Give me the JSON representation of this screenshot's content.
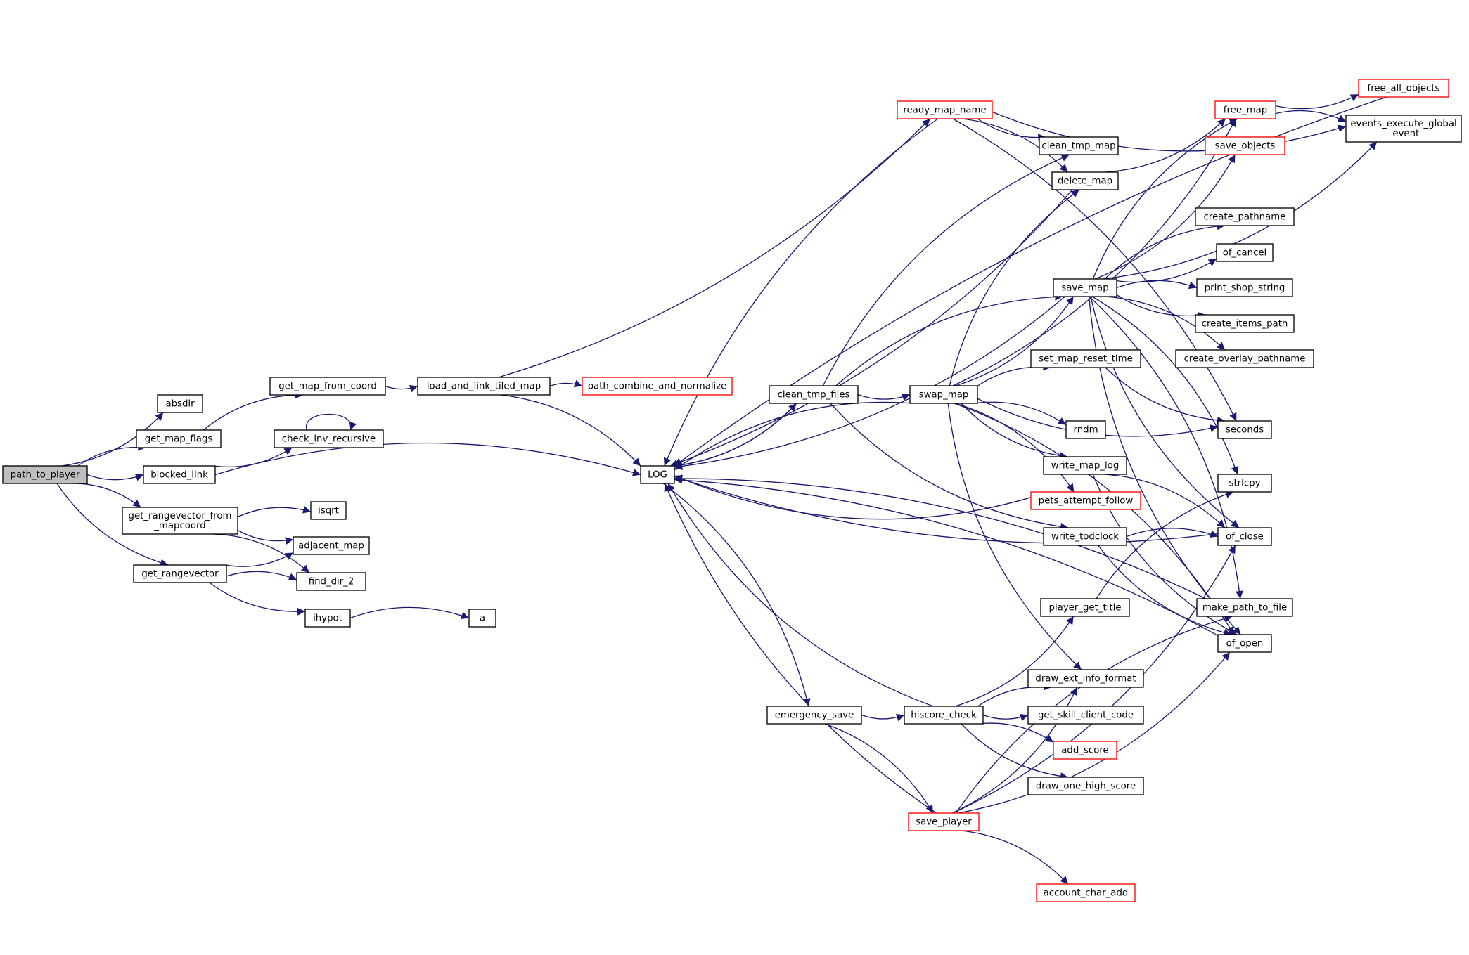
{
  "colors": {
    "edge": "#191970",
    "node_border": "#000000",
    "truncated_border": "#ff0000",
    "root_fill": "#bfbfbf",
    "node_fill": "#ffffff",
    "background": "#ffffff"
  },
  "nodes": [
    {
      "id": "path_to_player",
      "label": "path_to_player",
      "root": true
    },
    {
      "id": "absdir",
      "label": "absdir"
    },
    {
      "id": "get_map_flags",
      "label": "get_map_flags"
    },
    {
      "id": "blocked_link",
      "label": "blocked_link"
    },
    {
      "id": "get_rangevector_from_mapcoord",
      "label": "get_rangevector_from\n_mapcoord"
    },
    {
      "id": "get_rangevector",
      "label": "get_rangevector"
    },
    {
      "id": "get_map_from_coord",
      "label": "get_map_from_coord"
    },
    {
      "id": "check_inv_recursive",
      "label": "check_inv_recursive"
    },
    {
      "id": "isqrt",
      "label": "isqrt"
    },
    {
      "id": "adjacent_map",
      "label": "adjacent_map"
    },
    {
      "id": "find_dir_2",
      "label": "find_dir_2"
    },
    {
      "id": "ihypot",
      "label": "ihypot"
    },
    {
      "id": "a",
      "label": "a"
    },
    {
      "id": "load_and_link_tiled_map",
      "label": "load_and_link_tiled_map"
    },
    {
      "id": "path_combine_and_normalize",
      "label": "path_combine_and_normalize",
      "truncated": true
    },
    {
      "id": "LOG",
      "label": "LOG"
    },
    {
      "id": "ready_map_name",
      "label": "ready_map_name",
      "truncated": true
    },
    {
      "id": "clean_tmp_files",
      "label": "clean_tmp_files"
    },
    {
      "id": "emergency_save",
      "label": "emergency_save"
    },
    {
      "id": "clean_tmp_map",
      "label": "clean_tmp_map"
    },
    {
      "id": "delete_map",
      "label": "delete_map"
    },
    {
      "id": "swap_map",
      "label": "swap_map"
    },
    {
      "id": "save_map",
      "label": "save_map"
    },
    {
      "id": "set_map_reset_time",
      "label": "set_map_reset_time"
    },
    {
      "id": "rndm",
      "label": "rndm"
    },
    {
      "id": "write_map_log",
      "label": "write_map_log"
    },
    {
      "id": "pets_attempt_follow",
      "label": "pets_attempt_follow",
      "truncated": true
    },
    {
      "id": "write_todclock",
      "label": "write_todclock"
    },
    {
      "id": "player_get_title",
      "label": "player_get_title"
    },
    {
      "id": "draw_ext_info_format",
      "label": "draw_ext_info_format"
    },
    {
      "id": "hiscore_check",
      "label": "hiscore_check"
    },
    {
      "id": "get_skill_client_code",
      "label": "get_skill_client_code"
    },
    {
      "id": "add_score",
      "label": "add_score",
      "truncated": true
    },
    {
      "id": "draw_one_high_score",
      "label": "draw_one_high_score"
    },
    {
      "id": "save_player",
      "label": "save_player",
      "truncated": true
    },
    {
      "id": "account_char_add",
      "label": "account_char_add",
      "truncated": true
    },
    {
      "id": "free_map",
      "label": "free_map",
      "truncated": true
    },
    {
      "id": "save_objects",
      "label": "save_objects",
      "truncated": true
    },
    {
      "id": "create_pathname",
      "label": "create_pathname"
    },
    {
      "id": "of_cancel",
      "label": "of_cancel"
    },
    {
      "id": "print_shop_string",
      "label": "print_shop_string"
    },
    {
      "id": "create_items_path",
      "label": "create_items_path"
    },
    {
      "id": "create_overlay_pathname",
      "label": "create_overlay_pathname"
    },
    {
      "id": "free_all_objects",
      "label": "free_all_objects",
      "truncated": true
    },
    {
      "id": "events_execute_global_event",
      "label": "events_execute_global\n_event"
    },
    {
      "id": "seconds",
      "label": "seconds"
    },
    {
      "id": "strlcpy",
      "label": "strlcpy"
    },
    {
      "id": "of_close",
      "label": "of_close"
    },
    {
      "id": "make_path_to_file",
      "label": "make_path_to_file"
    },
    {
      "id": "of_open",
      "label": "of_open"
    }
  ],
  "edges": [
    [
      "path_to_player",
      "absdir"
    ],
    [
      "path_to_player",
      "get_map_flags"
    ],
    [
      "path_to_player",
      "blocked_link"
    ],
    [
      "path_to_player",
      "get_rangevector_from_mapcoord"
    ],
    [
      "path_to_player",
      "get_rangevector"
    ],
    [
      "get_map_flags",
      "get_map_from_coord"
    ],
    [
      "blocked_link",
      "check_inv_recursive"
    ],
    [
      "blocked_link",
      "LOG"
    ],
    [
      "check_inv_recursive",
      "check_inv_recursive"
    ],
    [
      "get_rangevector_from_mapcoord",
      "isqrt"
    ],
    [
      "get_rangevector_from_mapcoord",
      "adjacent_map"
    ],
    [
      "get_rangevector_from_mapcoord",
      "find_dir_2"
    ],
    [
      "get_rangevector",
      "adjacent_map"
    ],
    [
      "get_rangevector",
      "find_dir_2"
    ],
    [
      "get_rangevector",
      "ihypot"
    ],
    [
      "ihypot",
      "a"
    ],
    [
      "get_map_from_coord",
      "load_and_link_tiled_map"
    ],
    [
      "load_and_link_tiled_map",
      "path_combine_and_normalize"
    ],
    [
      "load_and_link_tiled_map",
      "ready_map_name"
    ],
    [
      "load_and_link_tiled_map",
      "LOG"
    ],
    [
      "LOG",
      "clean_tmp_files"
    ],
    [
      "LOG",
      "emergency_save"
    ],
    [
      "ready_map_name",
      "clean_tmp_map"
    ],
    [
      "ready_map_name",
      "delete_map"
    ],
    [
      "ready_map_name",
      "events_execute_global_event"
    ],
    [
      "ready_map_name",
      "seconds"
    ],
    [
      "ready_map_name",
      "LOG"
    ],
    [
      "clean_tmp_files",
      "clean_tmp_map"
    ],
    [
      "clean_tmp_files",
      "swap_map"
    ],
    [
      "clean_tmp_files",
      "save_map"
    ],
    [
      "clean_tmp_files",
      "write_todclock"
    ],
    [
      "clean_tmp_files",
      "LOG"
    ],
    [
      "delete_map",
      "free_map"
    ],
    [
      "delete_map",
      "LOG"
    ],
    [
      "swap_map",
      "save_map"
    ],
    [
      "swap_map",
      "delete_map"
    ],
    [
      "swap_map",
      "free_map"
    ],
    [
      "swap_map",
      "set_map_reset_time"
    ],
    [
      "swap_map",
      "seconds"
    ],
    [
      "swap_map",
      "rndm"
    ],
    [
      "swap_map",
      "write_map_log"
    ],
    [
      "swap_map",
      "pets_attempt_follow"
    ],
    [
      "swap_map",
      "draw_ext_info_format"
    ],
    [
      "swap_map",
      "of_open"
    ],
    [
      "swap_map",
      "LOG"
    ],
    [
      "save_map",
      "free_map"
    ],
    [
      "save_map",
      "save_objects"
    ],
    [
      "save_map",
      "create_pathname"
    ],
    [
      "save_map",
      "of_cancel"
    ],
    [
      "save_map",
      "print_shop_string"
    ],
    [
      "save_map",
      "create_items_path"
    ],
    [
      "save_map",
      "create_overlay_pathname"
    ],
    [
      "save_map",
      "events_execute_global_event"
    ],
    [
      "save_map",
      "strlcpy"
    ],
    [
      "save_map",
      "of_close"
    ],
    [
      "save_map",
      "make_path_to_file"
    ],
    [
      "save_map",
      "of_open"
    ],
    [
      "save_map",
      "LOG"
    ],
    [
      "set_map_reset_time",
      "seconds"
    ],
    [
      "write_map_log",
      "of_close"
    ],
    [
      "write_map_log",
      "of_open"
    ],
    [
      "write_todclock",
      "of_close"
    ],
    [
      "write_todclock",
      "of_open"
    ],
    [
      "pets_attempt_follow",
      "LOG"
    ],
    [
      "free_map",
      "free_all_objects"
    ],
    [
      "free_map",
      "events_execute_global_event"
    ],
    [
      "free_all_objects",
      "LOG"
    ],
    [
      "of_close",
      "LOG"
    ],
    [
      "make_path_to_file",
      "LOG"
    ],
    [
      "player_get_title",
      "strlcpy"
    ],
    [
      "emergency_save",
      "hiscore_check"
    ],
    [
      "emergency_save",
      "save_player"
    ],
    [
      "hiscore_check",
      "player_get_title"
    ],
    [
      "hiscore_check",
      "draw_ext_info_format"
    ],
    [
      "hiscore_check",
      "get_skill_client_code"
    ],
    [
      "hiscore_check",
      "add_score"
    ],
    [
      "hiscore_check",
      "draw_one_high_score"
    ],
    [
      "hiscore_check",
      "LOG"
    ],
    [
      "save_player",
      "draw_ext_info_format"
    ],
    [
      "save_player",
      "account_char_add"
    ],
    [
      "save_player",
      "of_close"
    ],
    [
      "save_player",
      "make_path_to_file"
    ],
    [
      "save_player",
      "of_open"
    ],
    [
      "save_player",
      "LOG"
    ],
    [
      "of_open",
      "LOG"
    ]
  ]
}
